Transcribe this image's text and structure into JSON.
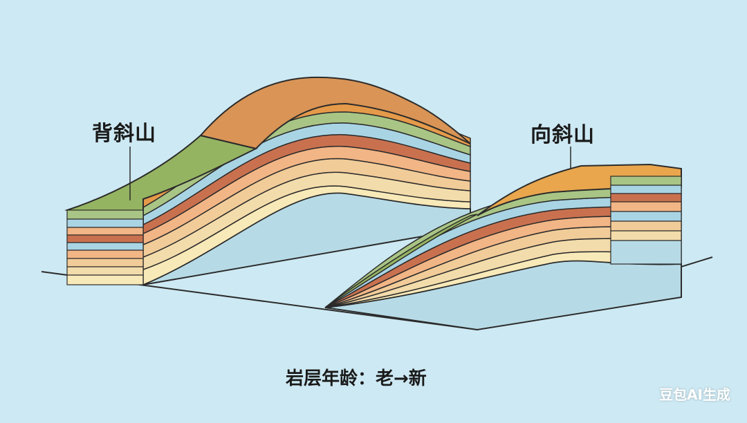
{
  "labels": {
    "anticline": "背斜山",
    "syncline": "向斜山",
    "age_caption": "岩层年龄：老→新"
  },
  "watermark": "豆包AI生成",
  "colors": {
    "sky": "#cde9f3",
    "ground_fill": "#b7dbe6",
    "outline": "#2b2b2b",
    "vegetation": "#95b462",
    "topsoil": "#d99456",
    "layer_orange": "#e59a4a",
    "layer_green": "#a9c585",
    "layer_blue": "#a9d4e4",
    "layer_brown": "#c9714f",
    "layer_peach": "#f2b585",
    "layer_beige": "#f1cc99",
    "layer_sand": "#f3dcab",
    "layer_cream": "#f8e9b8",
    "syncline_top": "#e9a64d"
  }
}
